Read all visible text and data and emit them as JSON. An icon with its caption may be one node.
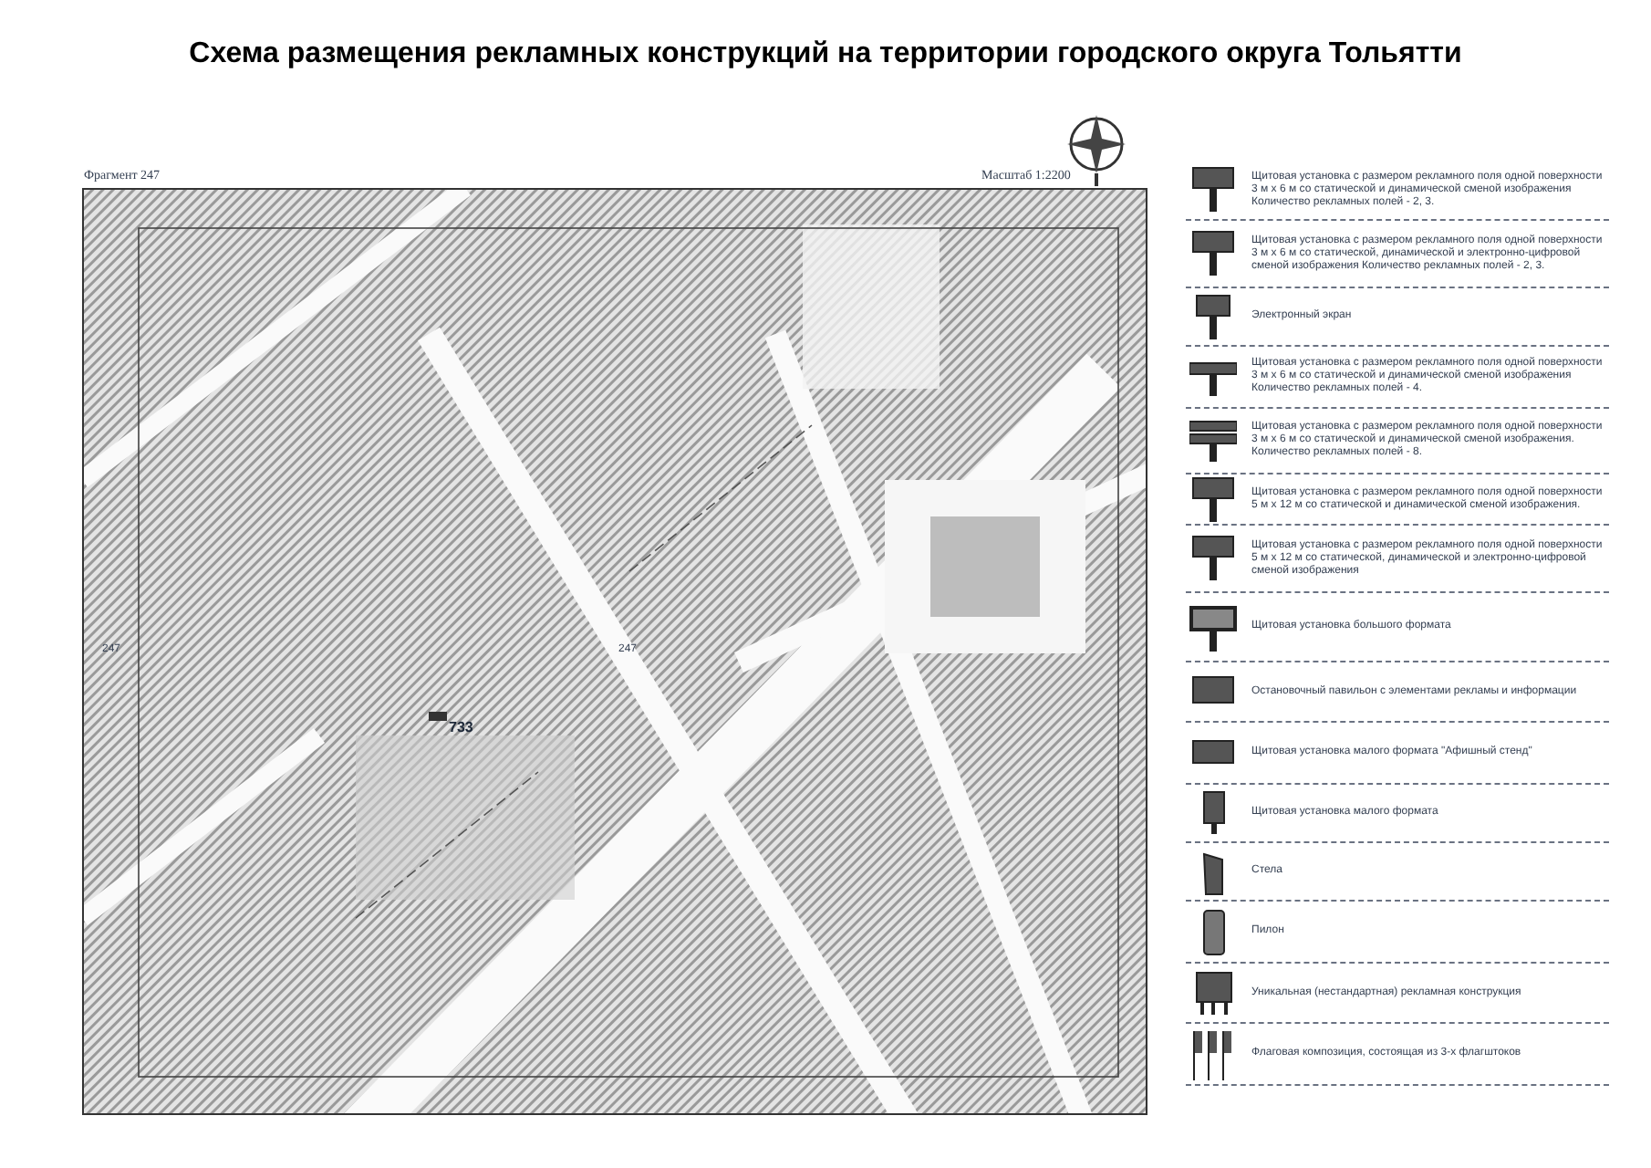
{
  "diagram": {
    "title": "Схема размещения рекламных конструкций на территории городского округа Тольятти",
    "labels": [
      "Фрагмент 247",
      "Масштаб 1:2200",
      "247",
      "247",
      "733"
    ],
    "legend": [
      {
        "text": "Щитовая установка с размером рекламного поля одной поверхности 3 м х 6 м со статической и динамической сменой изображения Количество рекламных полей - 2, 3."
      },
      {
        "text": "Щитовая установка с размером рекламного поля одной поверхности 3 м х 6 м со статической, динамической и электронно-цифровой сменой изображения Количество рекламных полей - 2, 3."
      },
      {
        "text": "Электронный экран"
      },
      {
        "text": "Щитовая установка с размером рекламного поля одной поверхности 3 м х 6 м со статической и динамической сменой изображения Количество рекламных полей - 4."
      },
      {
        "text": "Щитовая установка с размером рекламного поля одной поверхности 3 м х 6 м со статической и динамической сменой изображения. Количество рекламных полей - 8."
      },
      {
        "text": "Щитовая установка с размером рекламного поля одной поверхности 5 м х 12 м со статической и динамической сменой изображения."
      },
      {
        "text": "Щитовая установка с размером рекламного поля одной поверхности 5 м х 12 м со статической, динамической и электронно-цифровой сменой изображения"
      },
      {
        "text": "Щитовая установка большого формата"
      },
      {
        "text": "Остановочный павильон с элементами рекламы и информации"
      },
      {
        "text": "Щитовая установка малого формата \"Афишный стенд\""
      },
      {
        "text": "Щитовая установка малого формата"
      },
      {
        "text": "Стела"
      },
      {
        "text": "Пилон"
      },
      {
        "text": "Уникальная (нестандартная) рекламная конструкция"
      },
      {
        "text": "Флаговая композиция, состоящая из 3-х флагштоков"
      }
    ]
  }
}
